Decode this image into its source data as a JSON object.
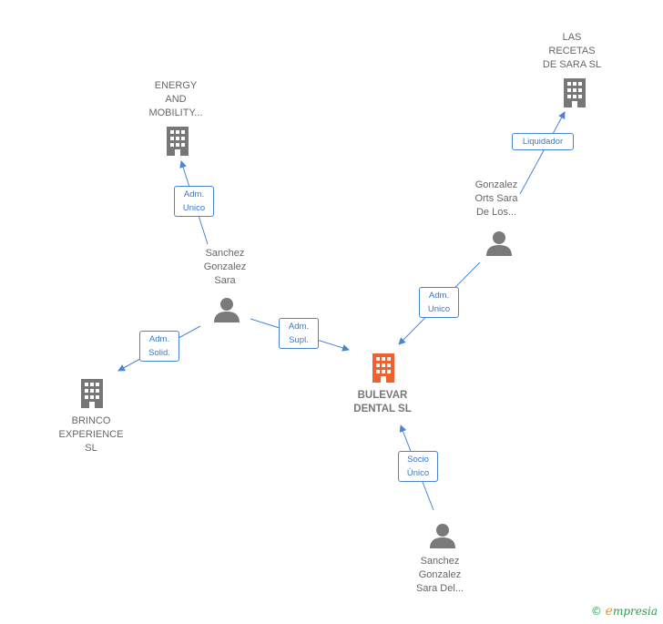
{
  "nodes": {
    "center": {
      "lines": [
        "BULEVAR",
        "DENTAL  SL"
      ]
    },
    "energy": {
      "lines": [
        "ENERGY",
        "AND",
        "MOBILITY..."
      ]
    },
    "recetas": {
      "lines": [
        "LAS",
        "RECETAS",
        "DE SARA SL"
      ]
    },
    "brinco": {
      "lines": [
        "BRINCO",
        "EXPERIENCE",
        "SL"
      ]
    },
    "sanchez_sara": {
      "lines": [
        "Sanchez",
        "Gonzalez",
        "Sara"
      ]
    },
    "gonzalez_orts": {
      "lines": [
        "Gonzalez",
        "Orts Sara",
        "De Los..."
      ]
    },
    "sanchez_del": {
      "lines": [
        "Sanchez",
        "Gonzalez",
        "Sara Del..."
      ]
    }
  },
  "edges": {
    "adm_unico_energy": [
      "Adm.",
      "Unico"
    ],
    "liquidador": [
      "Liquidador"
    ],
    "adm_solid": [
      "Adm.",
      "Solid."
    ],
    "adm_supl": [
      "Adm.",
      "Supl."
    ],
    "adm_unico_center": [
      "Adm.",
      "Unico"
    ],
    "socio_unico": [
      "Socio",
      "Único"
    ]
  },
  "colors": {
    "edge": "#4a86d0",
    "building": "#777777",
    "building_main": "#f0612e",
    "person": "#7a7a7a"
  },
  "brand": {
    "copyright": "©",
    "name": "mpresia",
    "initial": "e"
  }
}
